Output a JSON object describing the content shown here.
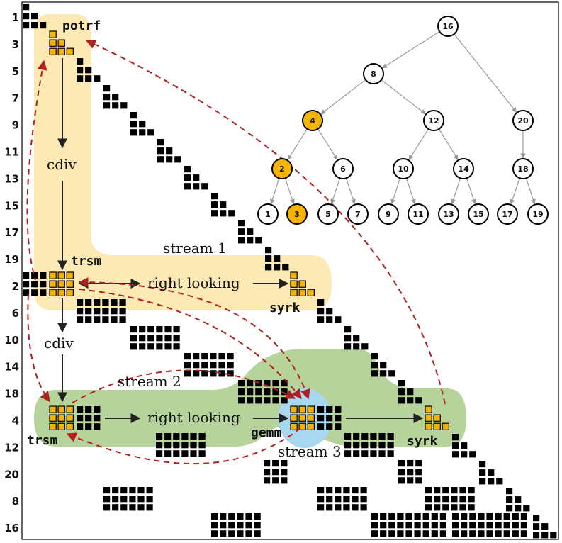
{
  "colors": {
    "block": "#000000",
    "highlight": "#f5b400",
    "stream1": "#fde9b3",
    "stream2": "#b5d39a",
    "stream3": "#a8d8f0",
    "dashed": "#b02020",
    "arrow": "#222222",
    "tree_edge": "#999999"
  },
  "row_labels": [
    "1",
    "3",
    "5",
    "7",
    "9",
    "11",
    "13",
    "15",
    "17",
    "19",
    "2",
    "6",
    "10",
    "14",
    "18",
    "4",
    "12",
    "20",
    "8",
    "16"
  ],
  "operations": {
    "potrf": "potrf",
    "cdiv_1": "cdiv",
    "trsm_1": "trsm",
    "right_looking_1": "right looking",
    "syrk_1": "syrk",
    "cdiv_2": "cdiv",
    "trsm_2": "trsm",
    "right_looking_2": "right looking",
    "gemm": "gemm",
    "syrk_2": "syrk"
  },
  "streams": {
    "stream_1": "stream 1",
    "stream_2": "stream 2",
    "stream_3": "stream 3"
  },
  "tree": {
    "nodes": [
      {
        "id": "16",
        "highlighted": false
      },
      {
        "id": "8",
        "highlighted": false
      },
      {
        "id": "20",
        "highlighted": false
      },
      {
        "id": "4",
        "highlighted": true
      },
      {
        "id": "12",
        "highlighted": false
      },
      {
        "id": "18",
        "highlighted": false
      },
      {
        "id": "2",
        "highlighted": true
      },
      {
        "id": "6",
        "highlighted": false
      },
      {
        "id": "10",
        "highlighted": false
      },
      {
        "id": "14",
        "highlighted": false
      },
      {
        "id": "17",
        "highlighted": false
      },
      {
        "id": "19",
        "highlighted": false
      },
      {
        "id": "1",
        "highlighted": false
      },
      {
        "id": "3",
        "highlighted": true
      },
      {
        "id": "5",
        "highlighted": false
      },
      {
        "id": "7",
        "highlighted": false
      },
      {
        "id": "9",
        "highlighted": false
      },
      {
        "id": "11",
        "highlighted": false
      },
      {
        "id": "13",
        "highlighted": false
      },
      {
        "id": "15",
        "highlighted": false
      }
    ],
    "edges": [
      [
        "16",
        "8"
      ],
      [
        "16",
        "20"
      ],
      [
        "8",
        "4"
      ],
      [
        "8",
        "12"
      ],
      [
        "20",
        "18"
      ],
      [
        "4",
        "2"
      ],
      [
        "4",
        "6"
      ],
      [
        "12",
        "10"
      ],
      [
        "12",
        "14"
      ],
      [
        "18",
        "17"
      ],
      [
        "18",
        "19"
      ],
      [
        "2",
        "1"
      ],
      [
        "2",
        "3"
      ],
      [
        "6",
        "5"
      ],
      [
        "6",
        "7"
      ],
      [
        "10",
        "9"
      ],
      [
        "10",
        "11"
      ],
      [
        "14",
        "13"
      ],
      [
        "14",
        "15"
      ]
    ]
  },
  "matrix": {
    "n": 20,
    "blocks": [
      [
        0,
        0
      ],
      [
        1,
        0
      ],
      [
        1,
        1
      ],
      [
        2,
        0
      ],
      [
        2,
        1
      ],
      [
        2,
        2
      ],
      [
        1,
        1
      ],
      [
        2,
        1
      ],
      [
        2,
        2
      ],
      [
        3,
        1
      ],
      [
        3,
        2
      ],
      [
        3,
        3
      ],
      [
        2,
        2
      ],
      [
        3,
        2
      ],
      [
        3,
        3
      ],
      [
        4,
        2
      ],
      [
        4,
        3
      ],
      [
        4,
        4
      ],
      [
        3,
        3
      ],
      [
        4,
        3
      ],
      [
        4,
        4
      ],
      [
        5,
        3
      ],
      [
        5,
        4
      ],
      [
        5,
        5
      ]
    ]
  }
}
